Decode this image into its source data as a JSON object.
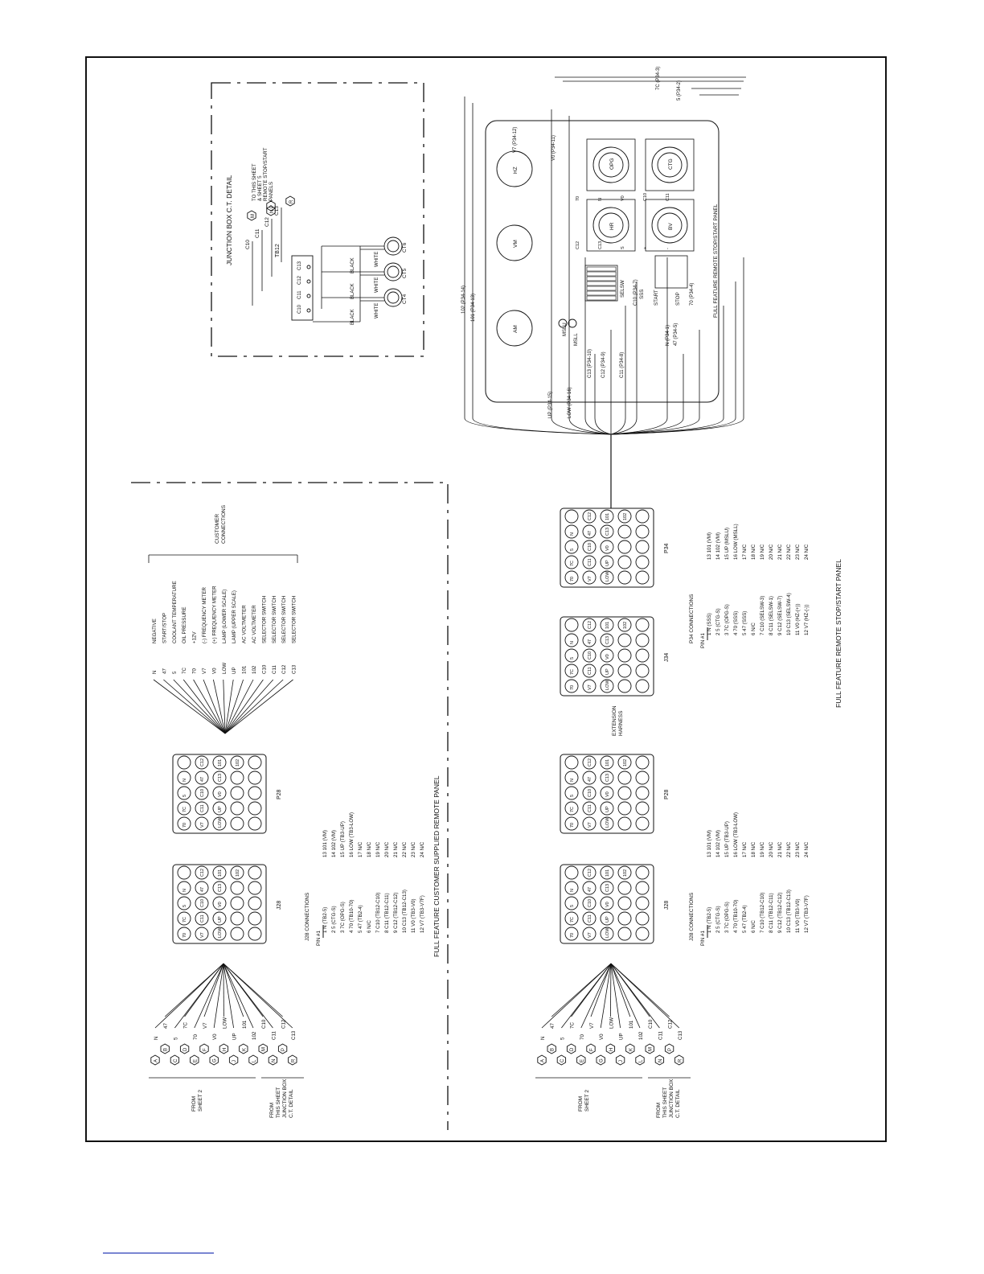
{
  "titles": {
    "junction_box": "JUNCTION BOX C.T. DETAIL",
    "customer_panel": "FULL FEATURE CUSTOMER SUPPLIED REMOTE PANEL",
    "remote_panel": "FULL FEATURE REMOTE STOP/START PANEL",
    "panel_inner": "FULL FEATURE REMOTE STOP/START PANEL"
  },
  "junction_box": {
    "tb_label": "TB12",
    "terminals": [
      "C10",
      "C11",
      "C12",
      "C13"
    ],
    "wire_colors": [
      "WHITE",
      "BLACK"
    ],
    "cts": [
      "CT4",
      "CT5",
      "CT6"
    ],
    "outputs": [
      {
        "wire": "C10",
        "pin": "M"
      },
      {
        "wire": "C11",
        "pin": "N"
      },
      {
        "wire": "C12",
        "pin": "P"
      },
      {
        "wire": "C13",
        "pin": "R"
      }
    ],
    "note": [
      "TO THIS SHEET",
      "& SHEET 5",
      "REMOTE STOP/START",
      "PANELS"
    ]
  },
  "from_block": {
    "pins": [
      "A",
      "B",
      "C",
      "D",
      "E",
      "F",
      "G",
      "H",
      "J",
      "K",
      "L",
      "M",
      "N",
      "P",
      "R"
    ],
    "wires": [
      "N",
      "47",
      "5",
      "7C",
      "70",
      "V7",
      "V0",
      "LOW",
      "UP",
      "101",
      "102",
      "C10",
      "C11",
      "C12",
      "C13"
    ],
    "label_sheet2": [
      "FROM",
      "SHEET 2"
    ],
    "label_this_sheet": [
      "FROM",
      "THIS SHEET",
      "JUNCTION BOX",
      "C.T. DETAIL"
    ]
  },
  "connectors": {
    "j28": "J28",
    "p28": "P28",
    "j34": "J34",
    "p34": "P34",
    "extension": [
      "EXTENSION",
      "HARNESS"
    ],
    "pins": [
      [
        "70",
        "7C",
        "5",
        "N"
      ],
      [
        "V7",
        "C11",
        "C10",
        "47",
        "C12"
      ],
      [
        "LOW",
        "UP",
        "V0",
        "C13",
        "101"
      ],
      [
        "",
        "",
        "",
        "",
        "102"
      ],
      [
        "",
        "",
        "",
        "",
        ""
      ]
    ]
  },
  "customer_connections": {
    "label": [
      "CUSTOMER",
      "CONNECTIONS"
    ],
    "items": [
      {
        "wire": "N",
        "desc": "NEGATIVE"
      },
      {
        "wire": "47",
        "desc": "START/STOP"
      },
      {
        "wire": "5",
        "desc": "COOLANT TEMPERATURE"
      },
      {
        "wire": "7C",
        "desc": "OIL PRESSURE"
      },
      {
        "wire": "70",
        "desc": "+12V"
      },
      {
        "wire": "V7",
        "desc": "(-) FREQUENCY METER"
      },
      {
        "wire": "V0",
        "desc": "(+) FREQUENCY METER"
      },
      {
        "wire": "LOW",
        "desc": "LAMP (LOWER SCALE)"
      },
      {
        "wire": "UP",
        "desc": "LAMP (UPPER SCALE)"
      },
      {
        "wire": "101",
        "desc": "AC VOLTMETER"
      },
      {
        "wire": "102",
        "desc": "AC VOLTMETER"
      },
      {
        "wire": "C10",
        "desc": "SELECTOR SWITCH"
      },
      {
        "wire": "C11",
        "desc": "SELECTOR SWITCH"
      },
      {
        "wire": "C12",
        "desc": "SELECTOR SWITCH"
      },
      {
        "wire": "C13",
        "desc": "SELECTOR SWITCH"
      }
    ]
  },
  "j28_connections": {
    "title": "J28 CONNECTIONS",
    "head": "PIN #1",
    "rows_a": [
      "1  N    (TB2-5)",
      "2  5    (CTG-S)",
      "3  7C   (OPG-S)",
      "4  70   (TB10-70)",
      "5  47   (TB2-4)",
      "6  N/C",
      "7  C10  (TB12-C10)",
      "8  C11  (TB12-C11)",
      "9  C12  (TB12-C12)",
      "10 C13  (TB12-C13)",
      "11 V0   (TB3-V0)",
      "12 V7   (TB3-V7F)"
    ],
    "rows_b": [
      "13 101  (VM)",
      "14 102  (VM)",
      "15 UP   (TB3-UP)",
      "16 LOW  (TB3-LOW)",
      "17 N/C",
      "18 N/C",
      "19 N/C",
      "20 N/C",
      "21 N/C",
      "22 N/C",
      "23 N/C",
      "24 N/C"
    ]
  },
  "p34_connections": {
    "title": "P34 CONNECTIONS",
    "head": "PIN #1",
    "rows_a": [
      "1  N    (SSS)",
      "2  5    (CTG-S)",
      "3  7C   (OPG-S)",
      "4  70   (SSS)",
      "5  47   (SSS)",
      "6  N/C",
      "7  C10  (SELSW-3)",
      "8  C11  (SELSW-1)",
      "9  C12  (SELSW-7)",
      "10 C13  (SELSW-4)",
      "11 V0   (HZ-(+))",
      "12 V7   (HZ-(-))"
    ],
    "rows_b": [
      "13 101  (VM)",
      "14 102  (VM)",
      "15 UP   (MSLU)",
      "16 LOW  (MSLL)",
      "17 N/C",
      "18 N/C",
      "19 N/C",
      "20 N/C",
      "21 N/C",
      "22 N/C",
      "23 N/C",
      "24 N/C"
    ]
  },
  "panel": {
    "meters": [
      "AM",
      "VM",
      "HZ"
    ],
    "gauges": [
      "HR",
      "OPG",
      "BV",
      "CTG"
    ],
    "lamps": [
      "MSLU",
      "MSLL"
    ],
    "switches": [
      "SELSW",
      "SSS",
      "START",
      "STOP"
    ],
    "wire_labels": [
      "V7 (P34-12)",
      "V0 (P34-11)",
      "7C (P34-3)",
      "5 (P34-2)",
      "102 (P34-14)",
      "101 (P34-13)",
      "UP (P34-15)",
      "LOW (P34-16)",
      "C13 (P34-10)",
      "C12 (P34-9)",
      "C11 (P34-8)",
      "C10 (P34-7)",
      "N (P34-1)",
      "47 (P34-5)",
      "70 (P34-4)"
    ],
    "marks": [
      "70",
      "N",
      "V0",
      "C10",
      "C11",
      "C12",
      "C13",
      "S",
      "+",
      "-"
    ]
  }
}
